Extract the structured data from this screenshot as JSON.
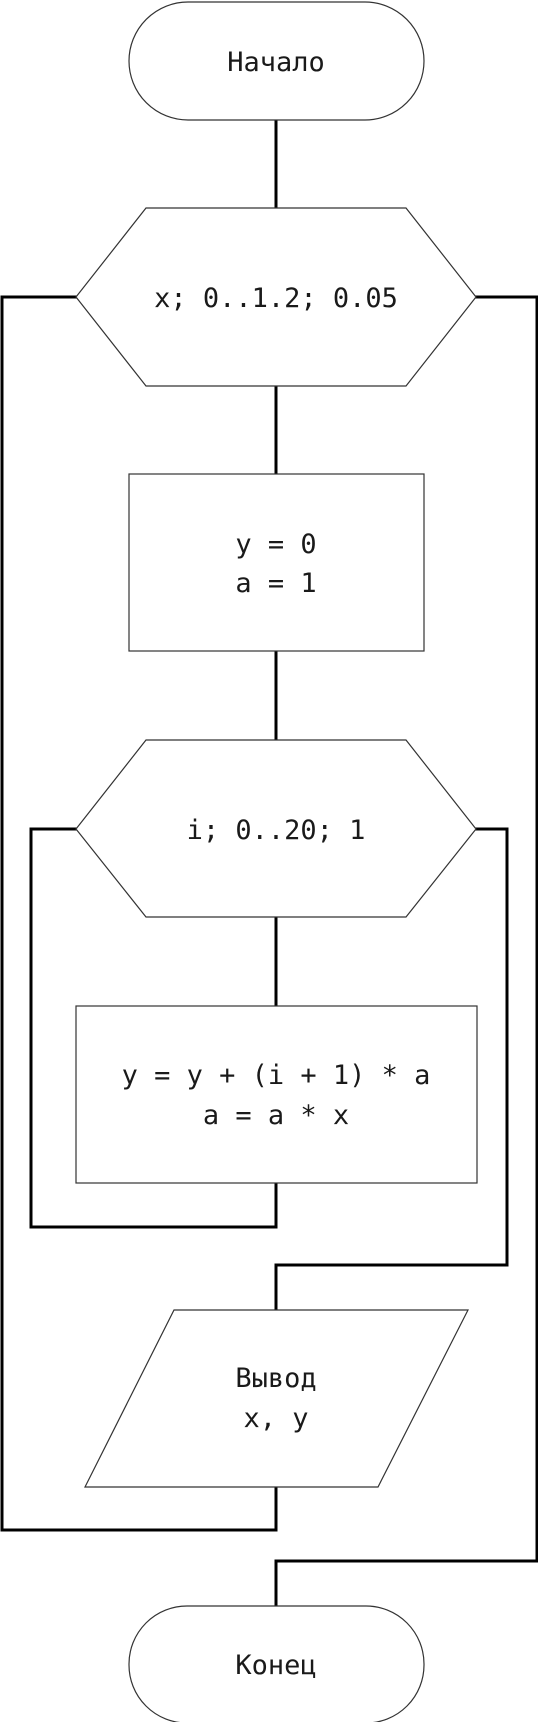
{
  "flowchart": {
    "start": {
      "label": "Начало"
    },
    "outer_loop": {
      "label": "x; 0..1.2; 0.05"
    },
    "init": {
      "line1": "y = 0",
      "line2": "a = 1"
    },
    "inner_loop": {
      "label": "i; 0..20; 1"
    },
    "compute": {
      "line1": "y = y + (i + 1) * a",
      "line2": "a = a * x"
    },
    "output": {
      "line1": "Вывод",
      "line2": "x, y"
    },
    "end": {
      "label": "Конец"
    }
  }
}
